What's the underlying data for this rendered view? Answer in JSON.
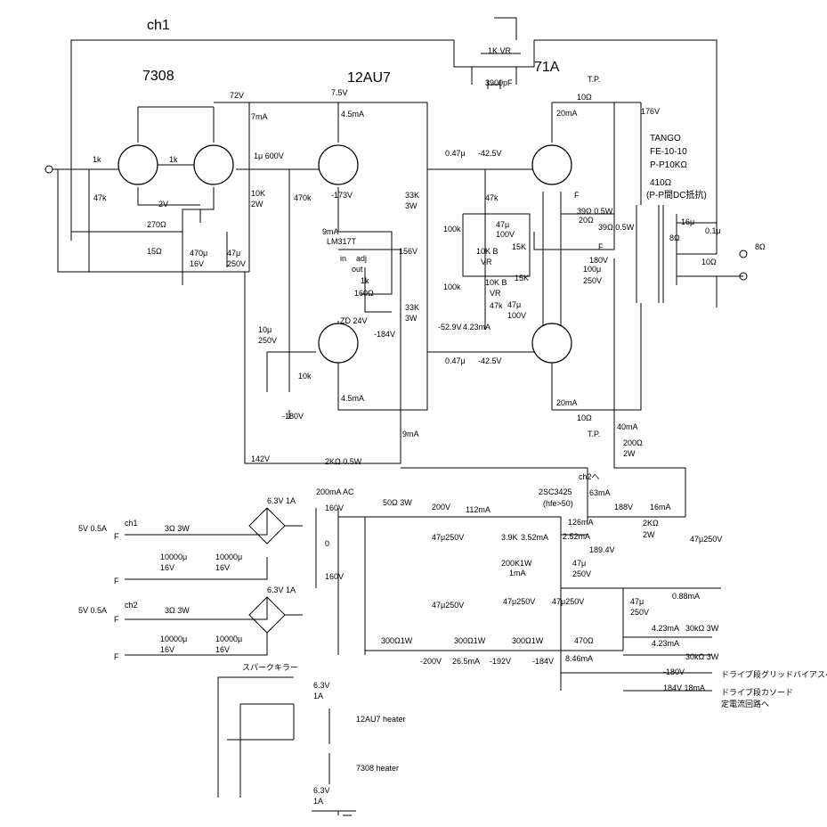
{
  "titles": {
    "ch1": "ch1",
    "t7308": "7308",
    "t12au7": "12AU7",
    "t71a": "71A"
  },
  "labels": {
    "vr1k": "1K VR",
    "c3900": "3900pF",
    "v72": "72V",
    "i7ma": "7mA",
    "v75": "7.5V",
    "i45a": "4.5mA",
    "tp1": "T.P.",
    "r10a": "10Ω",
    "i20a": "20mA",
    "v176": "176V",
    "tango": "TANGO",
    "fe": "FE-10-10",
    "pp": "P-P10KΩ",
    "r410": "410Ω",
    "ppdc": "(P-P間DC抵抗)",
    "r1ka": "1k",
    "r1kb": "1k",
    "c1u": "1μ 600V",
    "c047a": "0.47μ",
    "v425a": "-42.5V",
    "r47ka": "47k",
    "r10k2w": "10K",
    "w2w": "2W",
    "r470k": "470k",
    "v173": "-173V",
    "r33ka": "33K",
    "w3wa": "3W",
    "v2": "2V",
    "r270": "270Ω",
    "r15": "15Ω",
    "c470": "470μ",
    "v16a": "16V",
    "c47a": "47μ",
    "v250a": "250V",
    "r47k": "47k",
    "i9ma": "9mA",
    "lm": "LM317T",
    "pin_in": "in",
    "pin_adj": "adj",
    "pin_out": "out",
    "r1kc": "1k",
    "r160": "160Ω",
    "zd": "ZD 24V",
    "v184a": "-184V",
    "v156": "156V",
    "r100ka": "100k",
    "vr10ka": "10K B",
    "vr": "VR",
    "c47b": "47μ",
    "v100a": "100V",
    "r15ka": "15K",
    "r39a": "39Ω 0.5W",
    "r39b": "39Ω 0.5W",
    "r20": "20Ω",
    "fa": "F",
    "fb": "F",
    "v180a": "180V",
    "c100": "100μ",
    "v250b": "250V",
    "r100kb": "100k",
    "vr10kb": "10K B",
    "vrb": "VR",
    "r15kb": "15K",
    "r47kb": "47k",
    "c47c": "47μ",
    "v100b": "100V",
    "r33kb": "33K",
    "w3wb": "3W",
    "v529": "-52.9V",
    "i423a": "4.23mA",
    "c047b": "0.47μ",
    "v425b": "-42.5V",
    "c10u": "10μ",
    "v250c": "250V",
    "r10kc": "10k",
    "v180b": "-180V",
    "i45b": "4.5mA",
    "i20b": "20mA",
    "r10b": "10Ω",
    "tp2": "T.P.",
    "i40": "40mA",
    "r200": "200Ω",
    "w2wb": "2W",
    "i9mb": "9mA",
    "v142": "142V",
    "r2k": "2KΩ 0.5W",
    "c16u": "16μ",
    "c01u": "0.1μ",
    "r8": "8Ω",
    "r10c": "10Ω",
    "o8": "8Ω",
    "ch2to": "ch2へ",
    "tr": "2SC3425",
    "hfe": "(hfe>50)",
    "i63": "63mA",
    "i126": "126mA",
    "i252": "2.52mA",
    "v1894": "189.4V",
    "c47d": "47μ",
    "v250d": "250V",
    "v188": "188V",
    "i16": "16mA",
    "r2kb": "2KΩ",
    "w2wc": "2W",
    "c47e": "47μ250V",
    "ac200": "200mA AC",
    "v160a": "160V",
    "zero": "0",
    "v160b": "160V",
    "r50": "50Ω 3W",
    "v200": "200V",
    "i112": "112mA",
    "c47f": "47μ250V",
    "r39k": "3.9K",
    "i352": "3.52mA",
    "r200k": "200K1W",
    "i1": "1mA",
    "v088": "0.88mA",
    "c47g": "47μ250V",
    "c47h": "47μ250V",
    "c47i": "47μ250V",
    "c47j": "47μ",
    "v250e": "250V",
    "r300a": "300Ω1W",
    "r300b": "300Ω1W",
    "r300c": "300Ω1W",
    "r470": "470Ω",
    "v200n": "-200V",
    "i265": "26.5mA",
    "v192": "-192V",
    "v184b": "-184V",
    "i846": "8.46mA",
    "i423b": "4.23mA",
    "r30ka": "30kΩ 3W",
    "i423c": "4.23mA",
    "r30kb": "30kΩ 3W",
    "v180c": "-180V",
    "drv1": "ドライブ段グリッドバイアスへ",
    "v184c": "184V 18mA",
    "drv2": "ドライブ段カソード",
    "drv3": "定電流回路へ",
    "h63a": "6.3V 1A",
    "ch1b": "ch1",
    "p5va": "5V 0.5A",
    "fc": "F",
    "r3a": "3Ω 3W",
    "c10000a": "10000μ",
    "v16b": "16V",
    "c10000b": "10000μ",
    "v16c": "16V",
    "fd": "F",
    "h63b": "6.3V 1A",
    "ch2": "ch2",
    "p5vb": "5V 0.5A",
    "fe2": "F",
    "r3b": "3Ω 3W",
    "c10000c": "10000μ",
    "v16d": "16V",
    "c10000d": "10000μ",
    "v16e": "16V",
    "ff": "F",
    "spark": "スパークキラー",
    "h63c": "6.3V",
    "a1c": "1A",
    "h12": "12AU7 heater",
    "h7308": "7308 heater",
    "h63d": "6.3V",
    "a1d": "1A"
  }
}
